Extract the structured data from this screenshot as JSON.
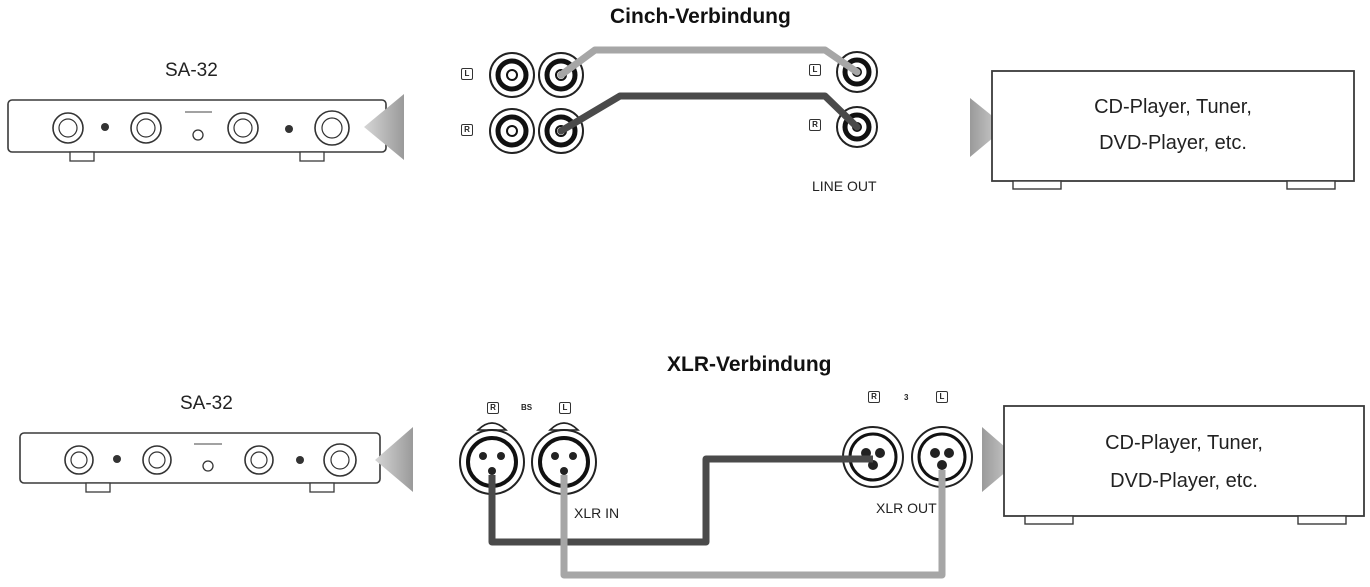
{
  "cinch": {
    "title": "Cinch-Verbindung",
    "amp_label": "SA-32",
    "left_channel": "L",
    "right_channel": "R",
    "out_label": "LINE OUT",
    "source": {
      "line1": "CD-Player, Tuner,",
      "line2": "DVD-Player, etc."
    }
  },
  "xlr": {
    "title": "XLR-Verbindung",
    "amp_label": "SA-32",
    "in_label": "XLR IN",
    "out_label": "XLR OUT",
    "in_tags": [
      "R",
      "BS",
      "L"
    ],
    "out_tags": [
      "R",
      "3",
      "L"
    ],
    "source": {
      "line1": "CD-Player, Tuner,",
      "line2": "DVD-Player, etc."
    }
  },
  "colors": {
    "cable_left": "#a6a6a6",
    "cable_right": "#4a4a4a",
    "arrow": "#b3b3b3",
    "outline": "#3a3a3a"
  }
}
